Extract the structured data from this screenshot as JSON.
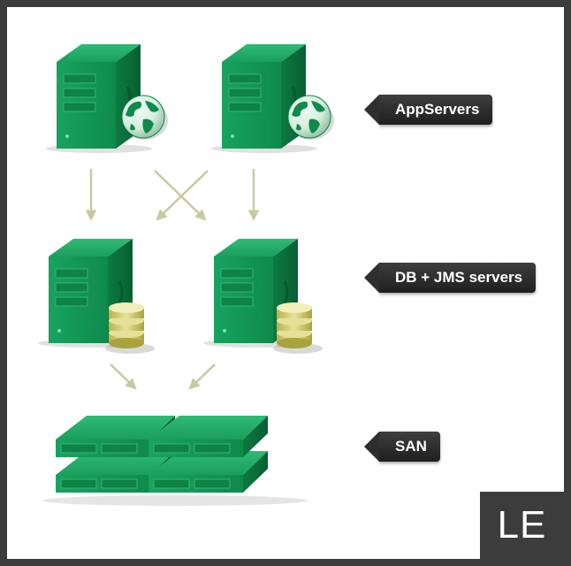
{
  "labels": {
    "app_servers": "AppServers",
    "db_jms_servers": "DB + JMS servers",
    "san": "SAN"
  },
  "badge": "LE",
  "colors": {
    "server_green": "#1f9a5c",
    "server_dark": "#0b6b3a",
    "arrow": "#c8c9a0",
    "label_bg": "#2b2b2b",
    "frame": "#3c3c3c"
  },
  "icons": {
    "app_server": "server-globe-icon",
    "db_server": "server-database-icon",
    "storage": "storage-array-icon"
  }
}
